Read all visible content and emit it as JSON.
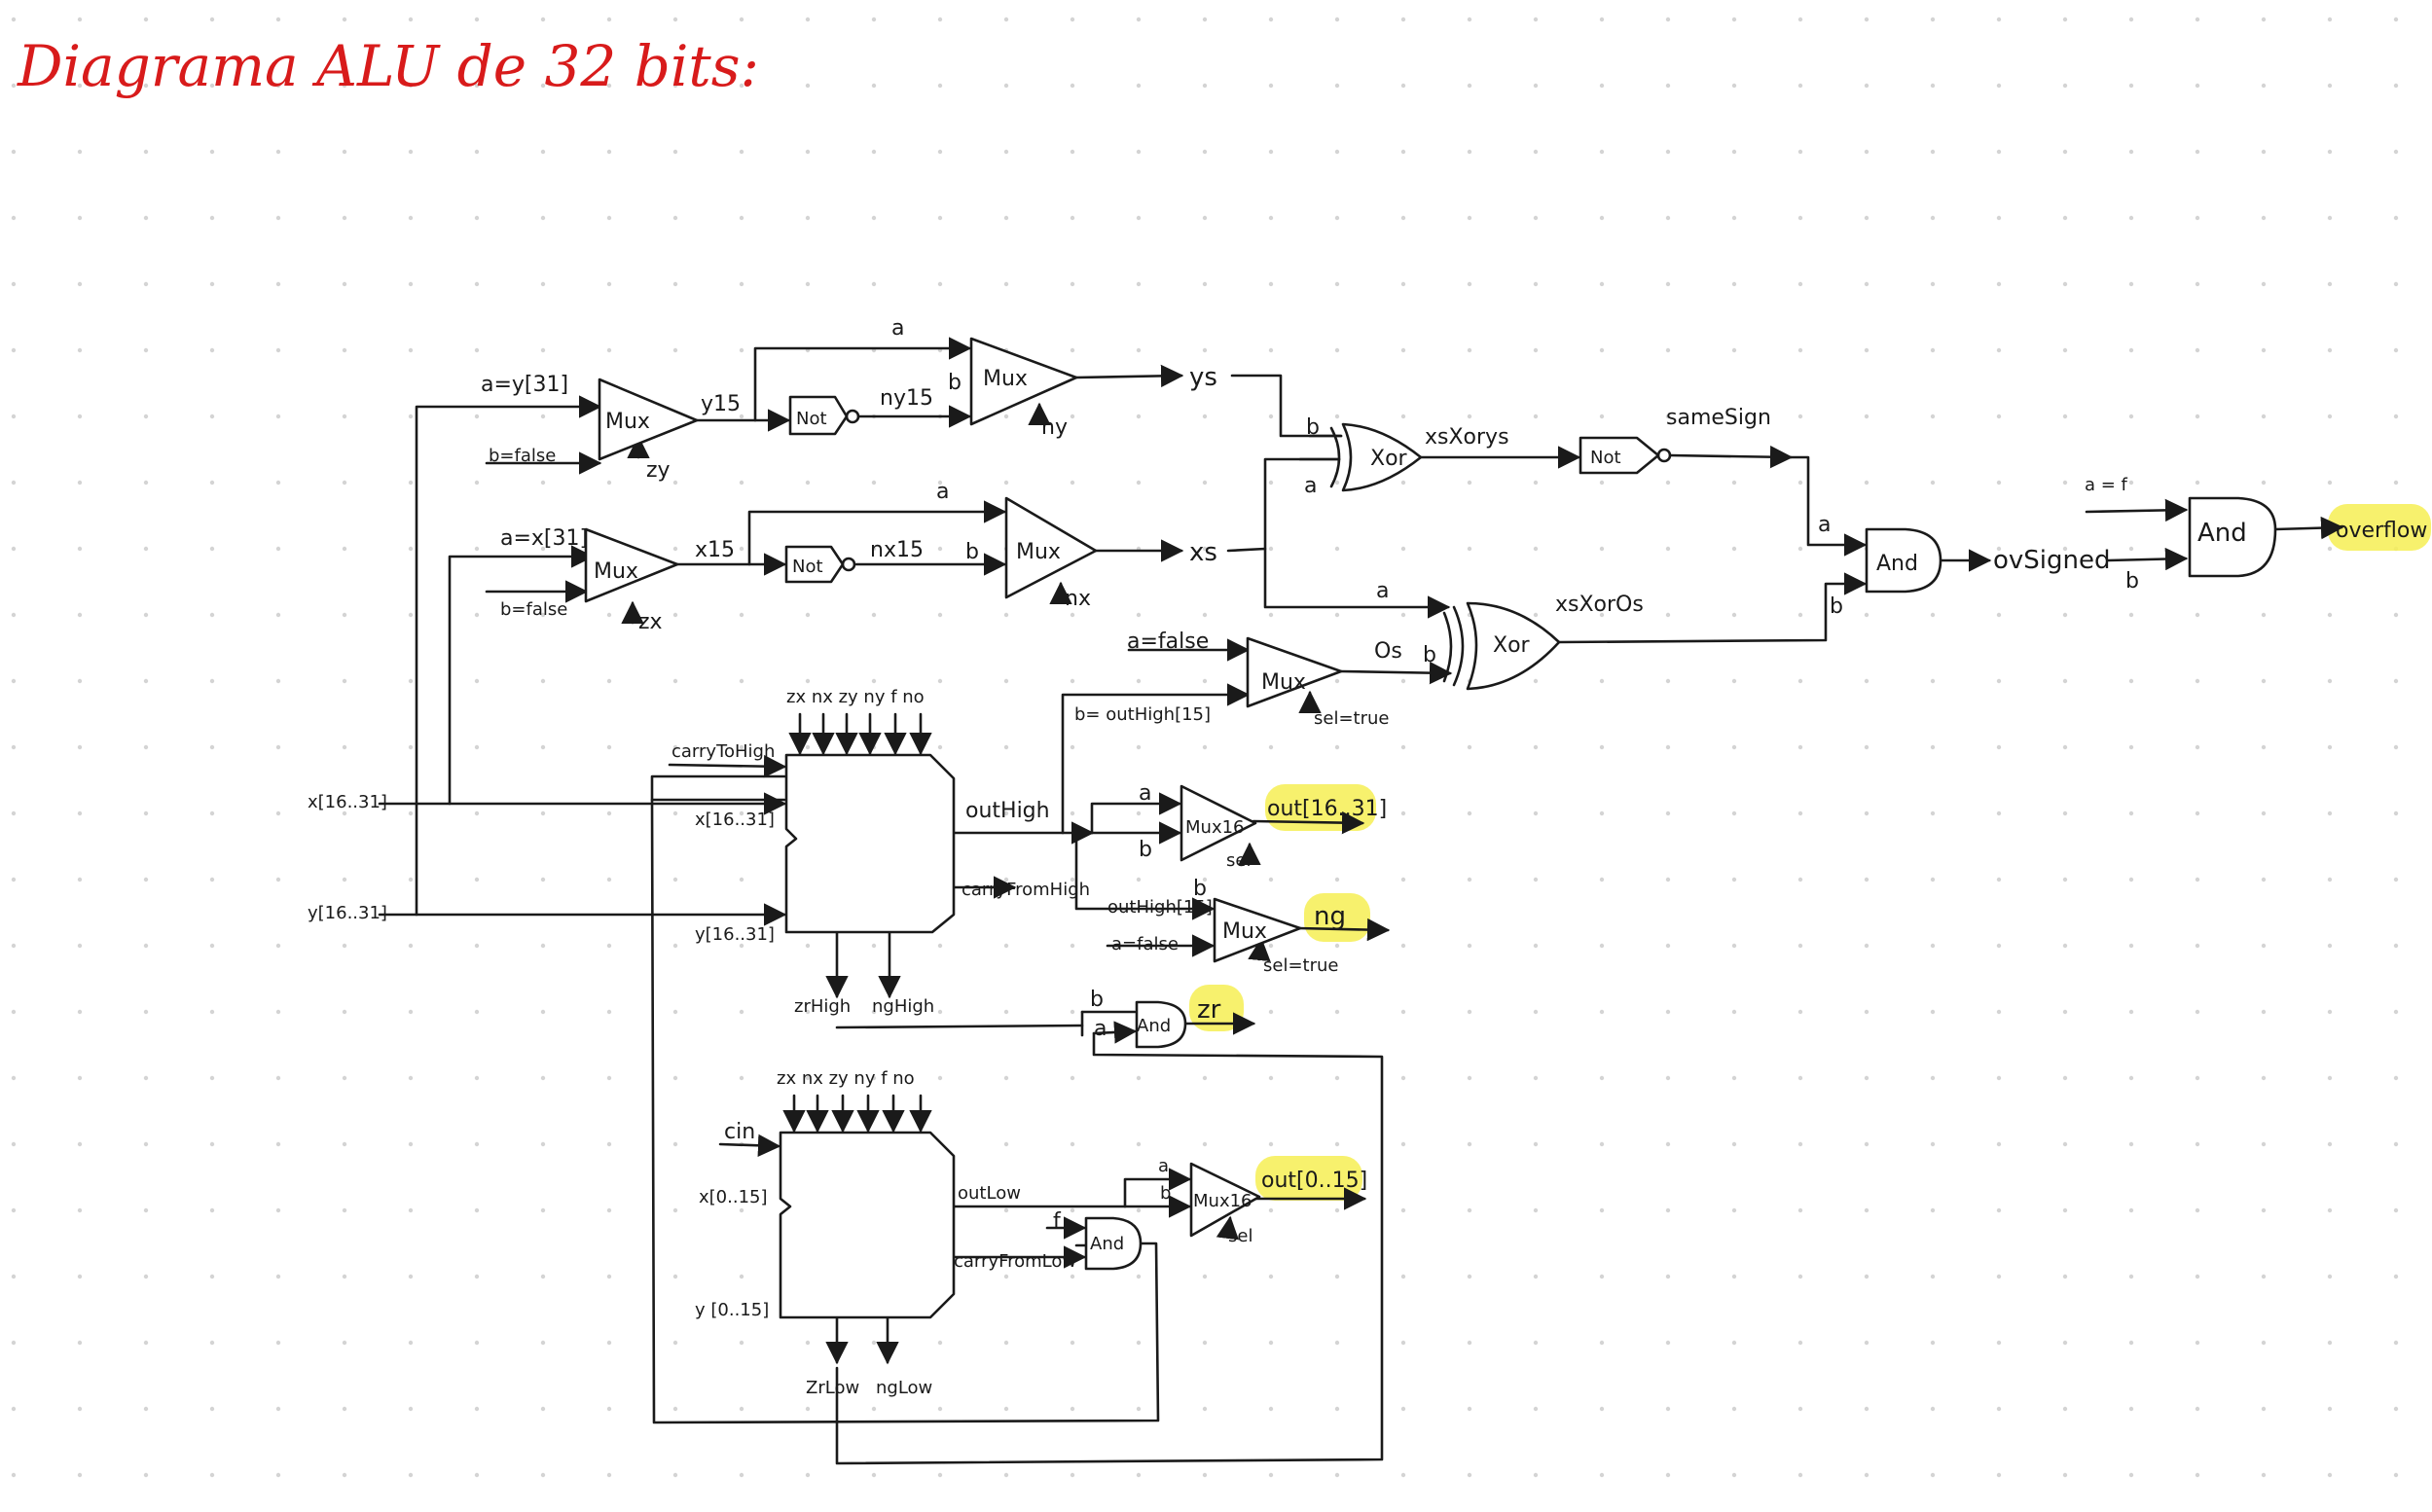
{
  "title": "Diagrama ALU de 32 bits:",
  "colors": {
    "title": "#d81b1b",
    "ink": "#1a1a1a",
    "highlight": "#f6ef54",
    "grid_dots": "#d4d4d4"
  },
  "top_y": {
    "mux_a": "a=y[31]",
    "mux_b": "b=false",
    "mux_label": "Mux",
    "mux_sel": "zy",
    "wire_out": "y15",
    "not_label": "Not",
    "not_out": "ny15",
    "mux2_a": "a",
    "mux2_b": "b",
    "mux2_label": "Mux",
    "mux2_sel": "ny",
    "out": "ys"
  },
  "top_x": {
    "mux_a": "a=x[31]",
    "mux_b": "b=false",
    "mux_label": "Mux",
    "mux_sel": "zx",
    "wire_out": "x15",
    "not_label": "Not",
    "not_out": "nx15",
    "mux2_a": "a",
    "mux2_b": "b",
    "mux2_label": "Mux",
    "mux2_sel": "nx",
    "out": "xs"
  },
  "sign": {
    "xor1_b": "b",
    "xor1_a": "a",
    "xor1_label": "Xor",
    "xor1_out": "xsXorys",
    "not_label": "Not",
    "not_out": "sameSign",
    "and1_a": "a",
    "and1_b": "b",
    "and1_label": "And",
    "and1_out": "ovSigned",
    "and2_a": "a = f",
    "and2_b": "b",
    "and2_label": "And",
    "overflow": "overflow",
    "xor2_a": "a",
    "xor2_label": "Xor",
    "xor2_out": "xsXorOs",
    "mux_a": "a=false",
    "mux_b": "b= outHigh[15]",
    "mux_label": "Mux",
    "mux_sel": "sel=true",
    "mux_out": "Os",
    "mux_out_b": "b"
  },
  "inputs": {
    "x_high": "x[16..31]",
    "y_high": "y[16..31]"
  },
  "high_block": {
    "controls": "zx nx zy ny f no",
    "carry_in": "carryToHigh",
    "x_in": "x[16..31]",
    "y_in": "y[16..31]",
    "out": "outHigh",
    "carry_out": "carryFromHigh",
    "zr": "zrHigh",
    "ng": "ngHigh"
  },
  "outputs_high": {
    "mux_a": "a",
    "mux_b": "b",
    "mux_label": "Mux16",
    "mux_sel": "sel",
    "out": "out[16..31]",
    "ng_b": "outHigh[15]",
    "ng_b2": "b",
    "ng_a": "a=false",
    "ng_mux_label": "Mux",
    "ng_sel": "sel=true",
    "ng": "ng",
    "zr_b": "b",
    "zr_a": "a",
    "zr_and_label": "And",
    "zr": "zr"
  },
  "low_block": {
    "controls": "zx nx zy ny f no",
    "carry_in": "cin",
    "x_in": "x[0..15]",
    "y_in": "y [0..15]",
    "out": "outLow",
    "carry_out": "carryFromLow",
    "zr": "ZrLow",
    "ng": "ngLow",
    "and_f": "f",
    "and_label": "And",
    "mux_a": "a",
    "mux_b": "b",
    "mux_label": "Mux16",
    "mux_sel": "sel",
    "result": "out[0..15]"
  }
}
